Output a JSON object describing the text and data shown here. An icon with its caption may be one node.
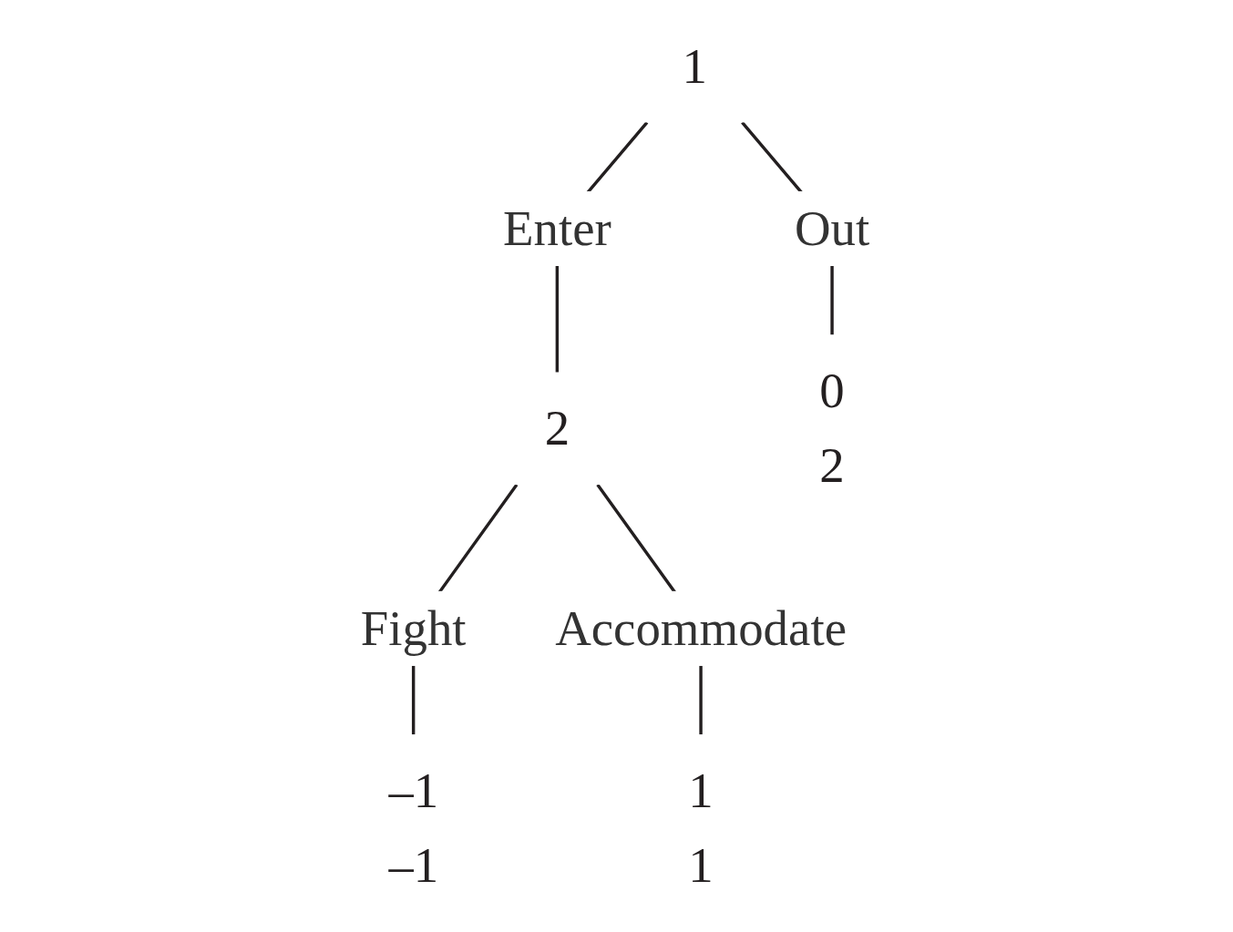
{
  "diagram": {
    "nodes": [
      {
        "text": [
          "1"
        ]
      },
      {
        "text": [
          "2"
        ]
      },
      {
        "text": [
          "0",
          "2"
        ]
      },
      {
        "text": [
          "–1",
          "–1"
        ]
      },
      {
        "text": [
          "1",
          "1"
        ]
      }
    ],
    "edges": [
      {
        "from": 0,
        "to": 2,
        "arrow": "none",
        "label": "Out"
      },
      {
        "from": 0,
        "to": 1,
        "arrow": "none",
        "label": "Enter"
      },
      {
        "from": 1,
        "to": 3,
        "arrow": "none",
        "label": "Fight"
      },
      {
        "from": 1,
        "to": 4,
        "arrow": "none",
        "label": "Accommodate"
      }
    ]
  }
}
